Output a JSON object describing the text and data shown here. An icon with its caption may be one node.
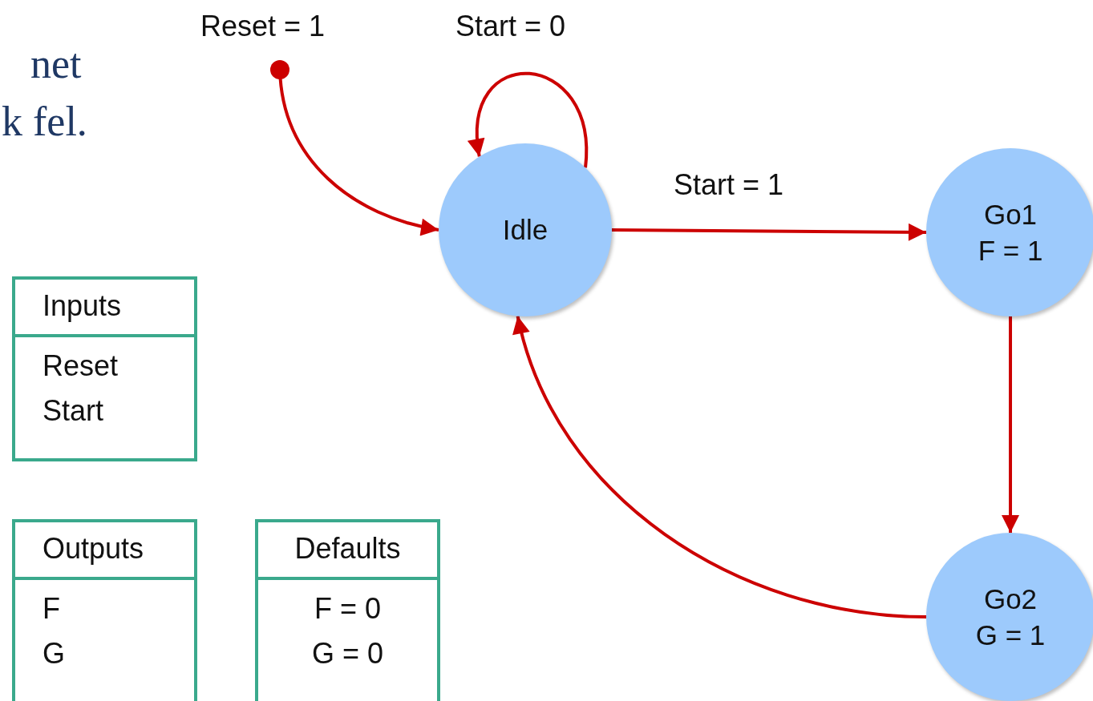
{
  "diagram": {
    "nodes": [
      {
        "text": [
          "Idle"
        ]
      },
      {
        "text": [
          "Go1",
          "F = 1"
        ]
      },
      {
        "text": [
          "Go2",
          "G = 1"
        ]
      },
      {
        "text": [
          "Inputs",
          "Reset",
          "Start"
        ]
      },
      {
        "text": [
          "Outputs",
          "F",
          "G"
        ]
      },
      {
        "text": [
          "Defaults",
          "F = 0",
          "G = 0"
        ]
      }
    ],
    "edges": [
      {
        "from": null,
        "to": 0,
        "arrow": "to",
        "label": "Reset = 1"
      },
      {
        "from": 0,
        "to": 0,
        "arrow": "to",
        "label": "Start = 0"
      },
      {
        "from": 0,
        "to": 1,
        "arrow": "to",
        "label": "Start = 1"
      },
      {
        "from": 1,
        "to": 2,
        "arrow": "to"
      },
      {
        "from": 2,
        "to": 0,
        "arrow": "to"
      }
    ],
    "labels": [
      "net",
      "k fel."
    ]
  }
}
